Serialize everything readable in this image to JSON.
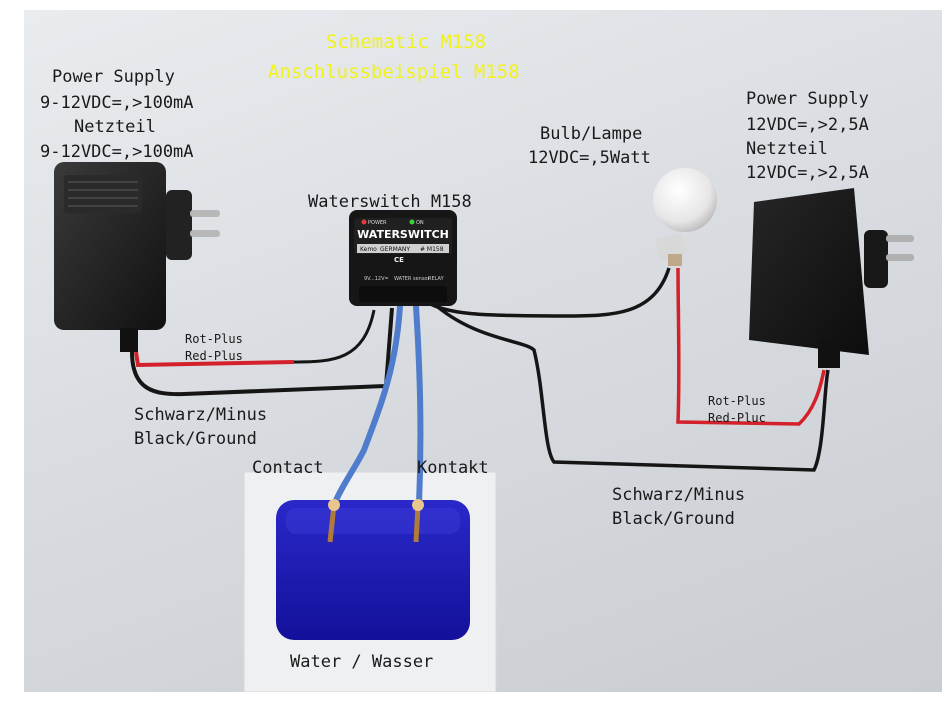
{
  "title": {
    "line1": "Schematic M158",
    "line2": "Anschlussbeispiel M158"
  },
  "power_supply_left": {
    "line1": "Power Supply",
    "line2": "9-12VDC=,>100mA",
    "line3": "Netzteil",
    "line4": "9-12VDC=,>100mA"
  },
  "power_supply_right": {
    "line1": "Power Supply",
    "line2": "12VDC=,>2,5A",
    "line3": "Netzteil",
    "line4": "12VDC=,>2,5A"
  },
  "bulb": {
    "line1": "Bulb/Lampe",
    "line2": "12VDC=,5Watt"
  },
  "waterswitch": {
    "label": "Waterswitch M158",
    "module_title": "WATERSWITCH",
    "module_brand": "Kemo",
    "module_made": "GERMANY",
    "module_code": "# M158",
    "module_led_power": "POWER",
    "module_led_on": "ON",
    "module_term_supply": "9V...12V=",
    "module_term_water": "WATER sensor",
    "module_term_relay": "RELAY",
    "module_mark": "CE"
  },
  "wires": {
    "left_red": {
      "line1": "Rot-Plus",
      "line2": "Red-Plus"
    },
    "left_black": {
      "line1": "Schwarz/Minus",
      "line2": "Black/Ground"
    },
    "right_red": {
      "line1": "Rot-Plus",
      "line2": "Red-Pluc"
    },
    "right_black": {
      "line1": "Schwarz/Minus",
      "line2": "Black/Ground"
    }
  },
  "probes": {
    "contact": "Contact",
    "kontakt": "Kontakt"
  },
  "water": "Water / Wasser",
  "colors": {
    "title": "#f2f21a",
    "wire_red": "#d3202a",
    "wire_black": "#151515",
    "wire_blue": "#4f7ccc",
    "water": "#1a18b8",
    "adapter": "#1c1c1c"
  }
}
